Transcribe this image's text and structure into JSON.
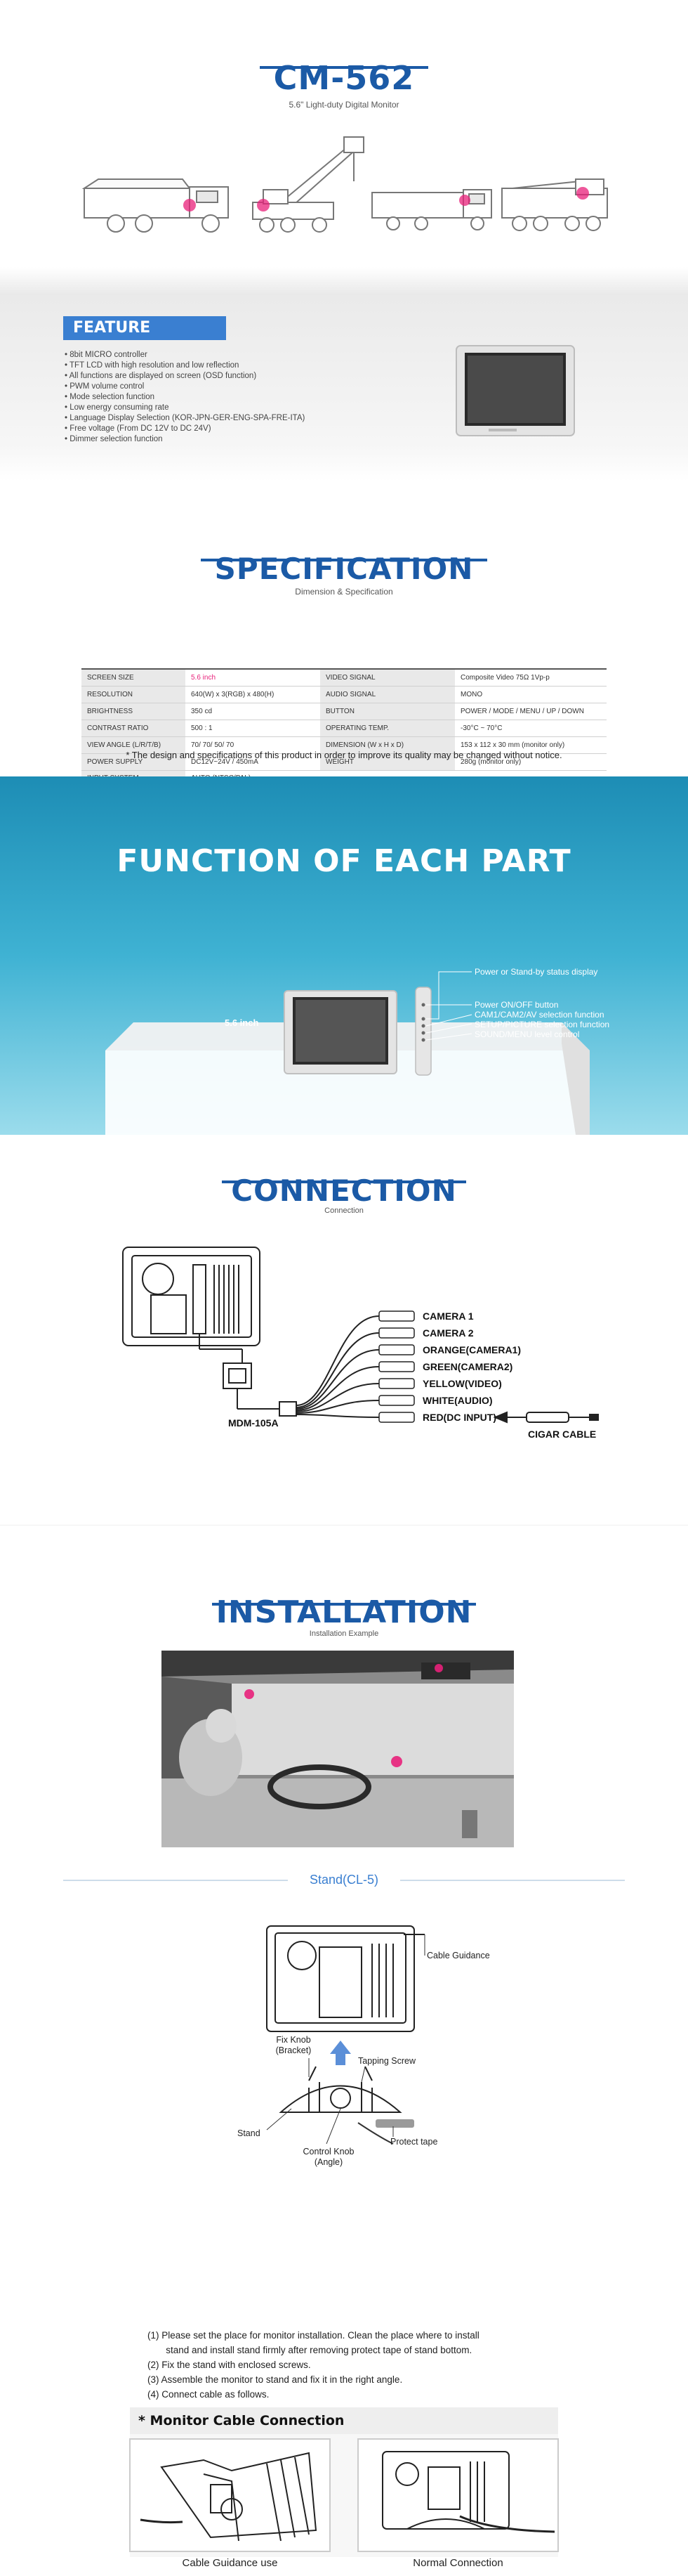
{
  "header": {
    "model": "CM-562",
    "tagline": "5.6\" Light-duty Digital Monitor"
  },
  "feature": {
    "title": "FEATURE",
    "items": [
      "8bit MICRO controller",
      "TFT LCD with high resolution and low reflection",
      "All functions are displayed on screen (OSD function)",
      "PWM volume control",
      "Mode selection function",
      "Low energy consuming rate",
      "Language Display Selection (KOR-JPN-GER-ENG-SPA-FRE-ITA)",
      "Free voltage (From DC 12V to DC 24V)",
      "Dimmer selection function"
    ]
  },
  "specification": {
    "title": "SPECIFICATION",
    "subtitle": "Dimension & Specification",
    "rows": [
      {
        "k1": "SCREEN SIZE",
        "v1": "5.6 inch",
        "k2": "VIDEO SIGNAL",
        "v2": "Composite Video 75Ω 1Vp-p"
      },
      {
        "k1": "RESOLUTION",
        "v1": "640(W) x 3(RGB) x 480(H)",
        "k2": "AUDIO SIGNAL",
        "v2": "MONO"
      },
      {
        "k1": "BRIGHTNESS",
        "v1": "350 cd",
        "k2": "BUTTON",
        "v2": "POWER / MODE / MENU / UP / DOWN"
      },
      {
        "k1": "CONTRAST RATIO",
        "v1": "500 : 1",
        "k2": "OPERATING TEMP.",
        "v2": "-30°C ~ 70°C"
      },
      {
        "k1": "VIEW ANGLE (L/R/T/B)",
        "v1": "70/ 70/ 50/ 70",
        "k2": "DIMENSION (W x H x D)",
        "v2": "153 x 112 x 30 mm (monitor only)"
      },
      {
        "k1": "POWER SUPPLY",
        "v1": "DC12V~24V / 450mA",
        "k2": "WEIGHT",
        "v2": "280g (monitor only)"
      },
      {
        "k1": "INPUT SYSTEM",
        "v1": "AUTO (NTSC/PAL)",
        "k2": "",
        "v2": ""
      }
    ],
    "accent": "#e8207a",
    "note": "* The design and specifications of this product in order to improve its quality may be changed without notice."
  },
  "function": {
    "title": "FUNCTION OF EACH PART",
    "size_label": "5.6 inch",
    "labels": [
      "Power or Stand-by status display",
      "Power ON/OFF button",
      "CAM1/CAM2/AV selection function",
      "SETUP/PICTURE selection function",
      "SOUND/MENU level control"
    ]
  },
  "connection": {
    "title": "CONNECTION",
    "subtitle": "Connection",
    "adapter": "MDM-105A",
    "cables": [
      "CAMERA 1",
      "CAMERA 2",
      "ORANGE(CAMERA1)",
      "GREEN(CAMERA2)",
      "YELLOW(VIDEO)",
      "WHITE(AUDIO)",
      "RED(DC INPUT)"
    ],
    "cigar": "CIGAR CABLE"
  },
  "installation": {
    "title": "INSTALLATION",
    "subtitle": "Installation  Example",
    "stand_title": "Stand(CL-5)",
    "labels": {
      "cable_guidance": "Cable Guidance",
      "fix_knob": "Fix Knob",
      "bracket": "(Bracket)",
      "tapping_screw": "Tapping Screw",
      "stand": "Stand",
      "protect_tape": "Protect tape",
      "control_knob": "Control Knob",
      "angle": "(Angle)"
    },
    "steps": [
      "(1)  Please set the place for monitor installation. Clean the place where to install",
      "       stand and install stand firmly after removing protect tape of stand bottom.",
      "(2) Fix the stand with enclosed screws.",
      "(3) Assemble the monitor to stand and fix it in the right angle.",
      "(4) Connect cable as follows."
    ],
    "cable_header": "* Monitor Cable Connection",
    "caption_left": "Cable Guidance use",
    "caption_right": "Normal Connection"
  }
}
